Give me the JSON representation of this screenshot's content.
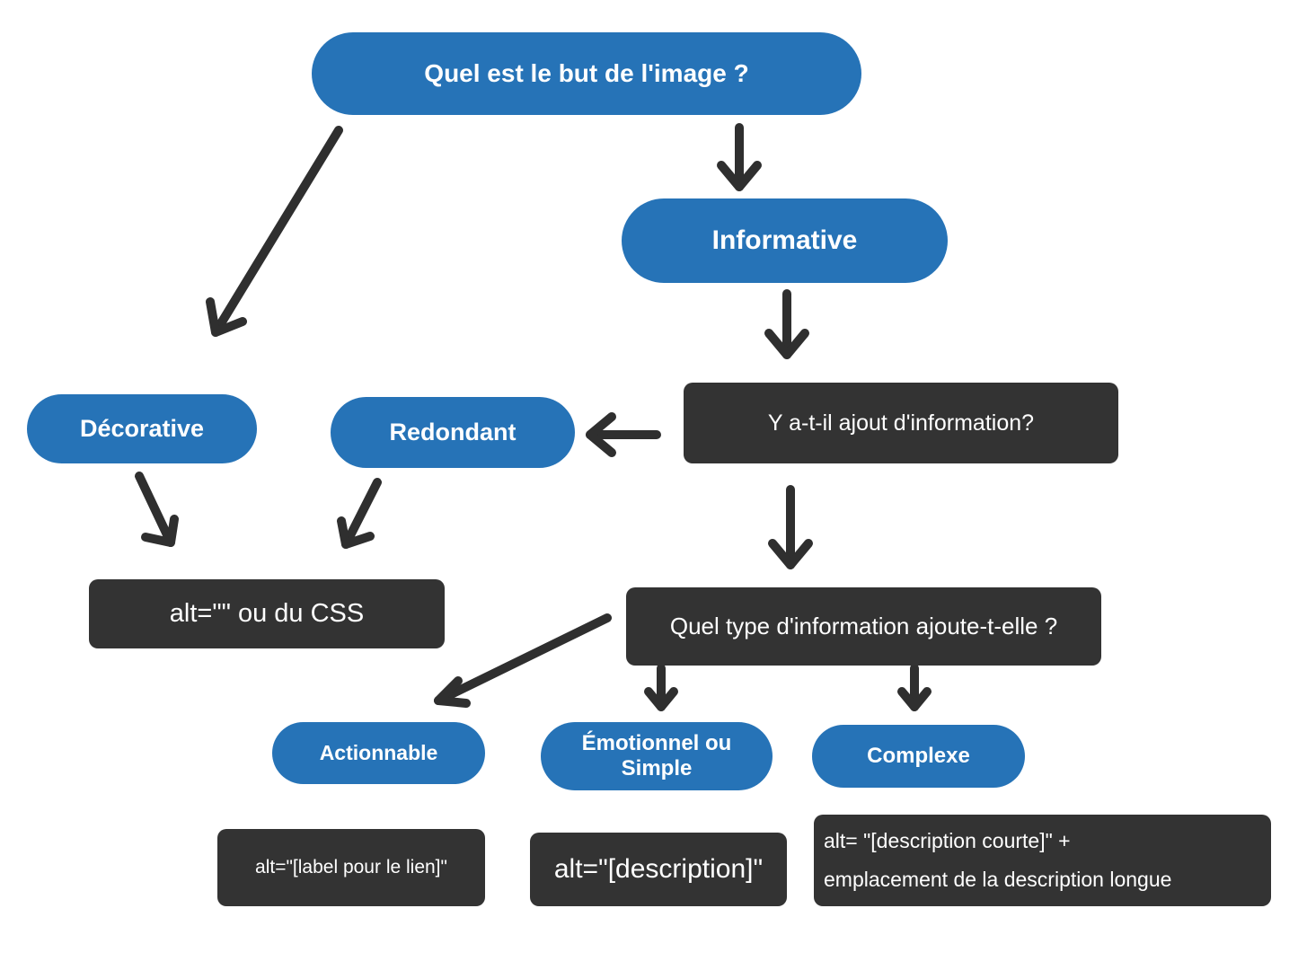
{
  "colors": {
    "pill": "#2673b7",
    "box": "#333333",
    "arrow": "#2f2f2f",
    "text": "#ffffff"
  },
  "nodes": {
    "q_purpose": "Quel est le but de l'image ?",
    "informative": "Informative",
    "decorative": "Décorative",
    "redondant": "Redondant",
    "q_added": "Y a-t-il ajout d'information?",
    "alt_empty": "alt=\"\" ou du CSS",
    "q_type": "Quel type d'information ajoute-t-elle ?",
    "actionnable": "Actionnable",
    "emotionnel_line1": "Émotionnel ou",
    "emotionnel_line2": "Simple",
    "complexe": "Complexe",
    "alt_link": "alt=\"[label pour le lien]\"",
    "alt_desc": "alt=\"[description]\"",
    "alt_complex_line1": "alt= \"[description courte]\" +",
    "alt_complex_line2": "emplacement de la description longue"
  }
}
